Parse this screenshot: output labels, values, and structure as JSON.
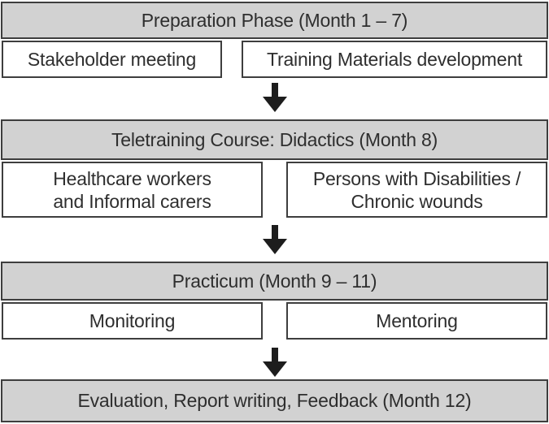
{
  "diagram": {
    "phases": [
      {
        "title": "Preparation Phase (Month 1 – 7)",
        "items": [
          "Stakeholder meeting",
          "Training Materials development"
        ]
      },
      {
        "title": "Teletraining Course: Didactics (Month 8)",
        "items": [
          "Healthcare workers\nand Informal carers",
          "Persons with Disabilities /\nChronic wounds"
        ]
      },
      {
        "title": "Practicum (Month 9 – 11)",
        "items": [
          "Monitoring",
          "Mentoring"
        ]
      },
      {
        "title": "Evaluation, Report writing, Feedback (Month 12)",
        "items": []
      }
    ],
    "colors": {
      "header_bg": "#d2d2d2",
      "box_bg": "#ffffff",
      "border": "#3e3e3e",
      "text": "#2e2e2e",
      "arrow": "#1d1d1d"
    }
  }
}
